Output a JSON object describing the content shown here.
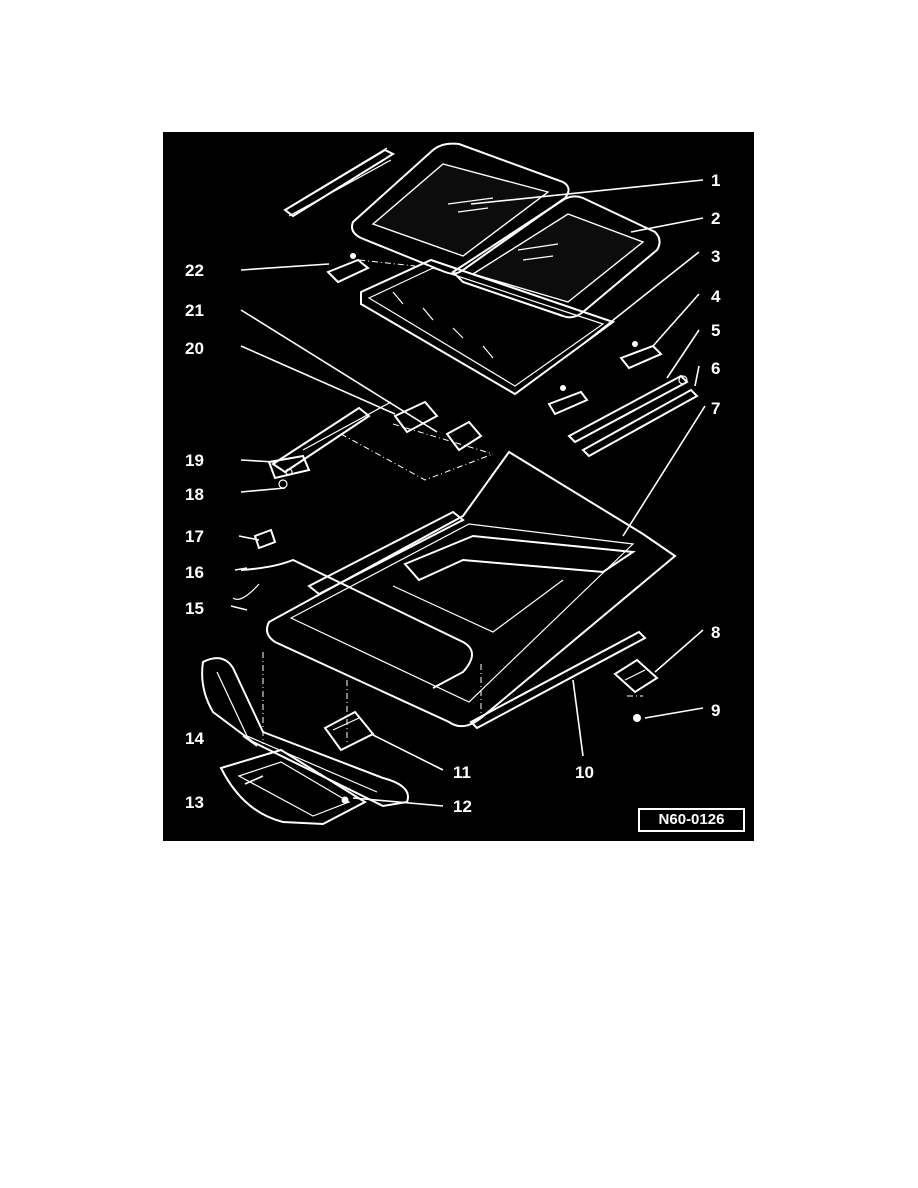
{
  "diagram": {
    "reference_code": "N60-0126",
    "callouts": [
      "1",
      "2",
      "3",
      "4",
      "5",
      "6",
      "7",
      "8",
      "9",
      "10",
      "11",
      "12",
      "13",
      "14",
      "15",
      "16",
      "17",
      "18",
      "19",
      "20",
      "21",
      "22"
    ]
  },
  "colors": {
    "page_background": "#ffffff",
    "panel_background": "#000000",
    "line_art": "#ffffff"
  }
}
